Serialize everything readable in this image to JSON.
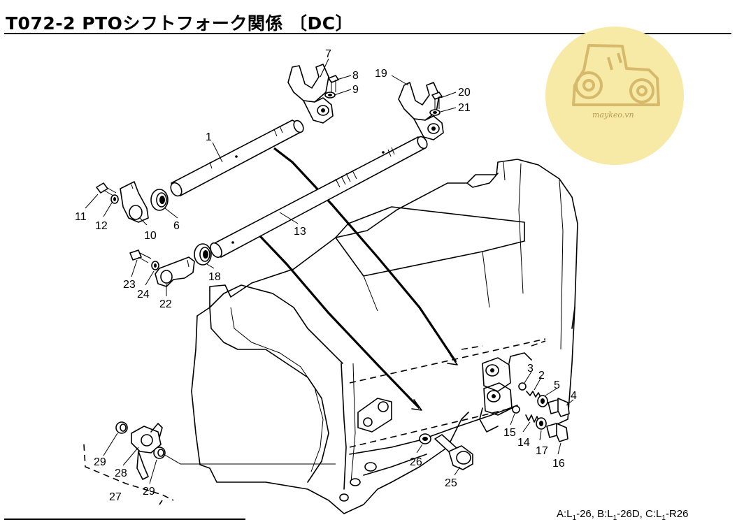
{
  "title": "T072-2 PTOシフトフォーク関係 〔DC〕",
  "footnote": {
    "a_prefix": "A:L",
    "a_suffix": "-26, ",
    "b_prefix": "B:L",
    "b_suffix": "-26D, ",
    "c_prefix": "C:L",
    "c_suffix": "-R26",
    "subscript": "1"
  },
  "watermark": {
    "text": "maykeo.vn",
    "circle_color": "#f7e9a6",
    "icon_color": "#d6b96a",
    "icon": "tractor-icon"
  },
  "part_labels": {
    "p1": "1",
    "p2": "2",
    "p3": "3",
    "p4": "4",
    "p5": "5",
    "p6": "6",
    "p7": "7",
    "p8": "8",
    "p9": "9",
    "p10": "10",
    "p11": "11",
    "p12": "12",
    "p13": "13",
    "p14": "14",
    "p15": "15",
    "p16": "16",
    "p17": "17",
    "p18": "18",
    "p19": "19",
    "p20": "20",
    "p21": "21",
    "p22": "22",
    "p23": "23",
    "p24": "24",
    "p25": "25",
    "p26": "26",
    "p27": "27",
    "p28": "28",
    "p29a": "29",
    "p29b": "29"
  }
}
